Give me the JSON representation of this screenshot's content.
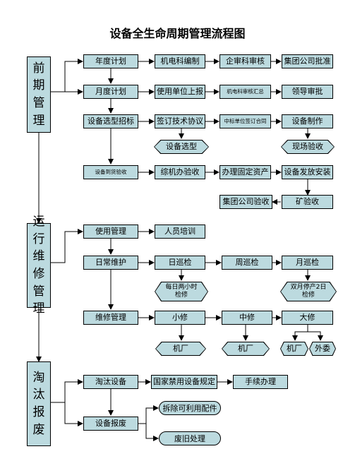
{
  "title": "设备全生命周期管理流程图",
  "phases": {
    "early": "前期管理",
    "operation": "运行维修管理",
    "disposal": "淘汰报废"
  },
  "nodes": {
    "annual_plan": "年度计划",
    "mech_dept_compile": "机电科编制",
    "audit_dept_review": "企审科审核",
    "group_approve": "集团公司批准",
    "monthly_plan": "月度计划",
    "user_report": "使用单位上报",
    "mech_dept_summary": "机电科审核汇总",
    "leader_approve": "领导审批",
    "selection_bidding": "设备选型招标",
    "sign_tech_agreement": "签订技术协议",
    "bid_unit_contract": "中标单位签订合同",
    "equipment_make": "设备制作",
    "equipment_selection": "设备选型",
    "site_acceptance": "现场验收",
    "arrival_acceptance": "设备到货验收",
    "comprehensive_acceptance": "综机办验收",
    "fixed_assets": "办理固定资产",
    "issue_install": "设备发放安装",
    "group_acceptance": "集团公司验收",
    "mine_acceptance": "矿验收",
    "use_management": "使用管理",
    "staff_training": "人员培训",
    "daily_maintenance": "日常维护",
    "daily_inspection": "日巡检",
    "weekly_inspection": "周巡检",
    "monthly_inspection": "月巡检",
    "daily_overhaul": "每日两小时检修",
    "monthly_overhaul": "双月停产2日检修",
    "repair_management": "维修管理",
    "minor_repair": "小修",
    "medium_repair": "中修",
    "major_repair": "大修",
    "machine_factory_1": "机厂",
    "machine_factory_2": "机厂",
    "machine_factory_3": "机厂",
    "outsource": "外委",
    "eliminate_equipment": "淘汰设备",
    "state_banned_rules": "国家禁用设备规定",
    "procedures": "手续办理",
    "scrap_equipment": "设备报废",
    "dismantle_parts": "拆除可利用配件",
    "waste_disposal": "废旧处理"
  },
  "colors": {
    "fill": "#bcdadf",
    "stroke": "#000000"
  }
}
